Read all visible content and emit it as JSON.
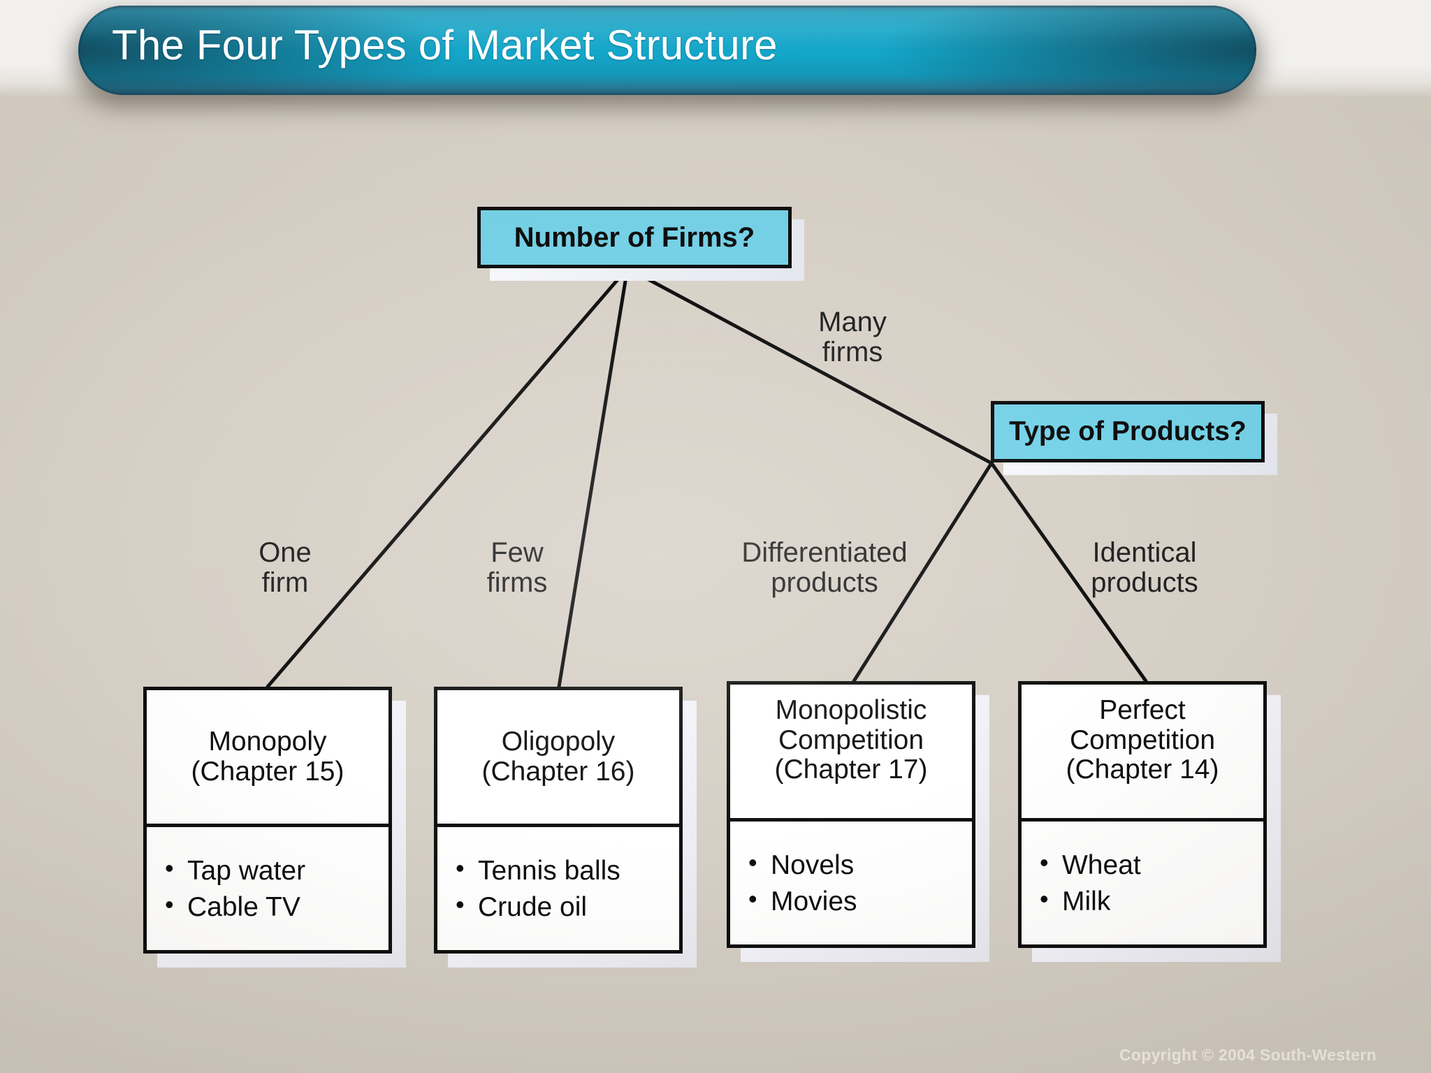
{
  "slide": {
    "title": "The Four Types of Market Structure",
    "copyright": "Copyright © 2004  South-Western",
    "background_color": "#d6cfc5",
    "title_bar_color": "#0fa8ce",
    "decision_box_color": "#6ecfe6",
    "leaf_box_color": "#ffffff"
  },
  "diagram": {
    "decision_nodes": [
      {
        "id": "number-of-firms",
        "label": "Number of Firms?"
      },
      {
        "id": "type-of-products",
        "label": "Type of Products?"
      }
    ],
    "edge_labels": [
      {
        "id": "one-firm",
        "line1": "One",
        "line2": "firm"
      },
      {
        "id": "few-firms",
        "line1": "Few",
        "line2": "firms"
      },
      {
        "id": "many-firms",
        "line1": "Many",
        "line2": "firms"
      },
      {
        "id": "differentiated",
        "line1": "Differentiated",
        "line2": "products"
      },
      {
        "id": "identical",
        "line1": "Identical",
        "line2": "products"
      }
    ],
    "leaf_nodes": [
      {
        "id": "monopoly",
        "title_lines": [
          "Monopoly"
        ],
        "chapter": "(Chapter 15)",
        "examples": [
          "Tap water",
          "Cable TV"
        ]
      },
      {
        "id": "oligopoly",
        "title_lines": [
          "Oligopoly"
        ],
        "chapter": "(Chapter 16)",
        "examples": [
          "Tennis balls",
          "Crude oil"
        ]
      },
      {
        "id": "monopolistic-competition",
        "title_lines": [
          "Monopolistic",
          "Competition"
        ],
        "chapter": "(Chapter 17)",
        "examples": [
          "Novels",
          "Movies"
        ]
      },
      {
        "id": "perfect-competition",
        "title_lines": [
          "Perfect",
          "Competition"
        ],
        "chapter": "(Chapter 14)",
        "examples": [
          "Wheat",
          "Milk"
        ]
      }
    ]
  }
}
